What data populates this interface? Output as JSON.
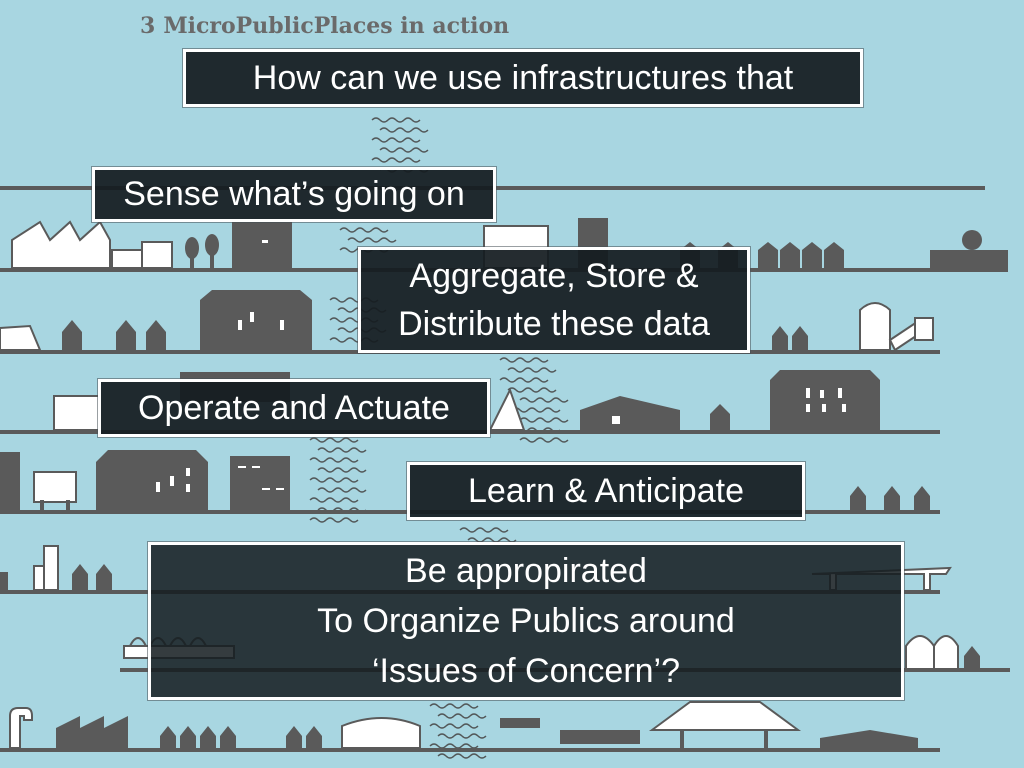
{
  "slide": {
    "section_number": "3",
    "section_title": "MicroPublicPlaces in action",
    "boxes": {
      "question": "How can we use infrastructures that",
      "sense": "Sense what’s going on",
      "aggregate": [
        "Aggregate, Store &",
        "Distribute these data"
      ],
      "operate": "Operate and Actuate",
      "learn": "Learn & Anticipate",
      "appropriate": [
        "Be appropirated",
        "To Organize Publics around",
        "‘Issues of Concern’?"
      ]
    }
  },
  "colors": {
    "background": "#a8d6e1",
    "building": "#5a5a5a",
    "box_fill": "#141c20",
    "box_border": "#ffffff",
    "heading_text": "#6a6a6a"
  }
}
